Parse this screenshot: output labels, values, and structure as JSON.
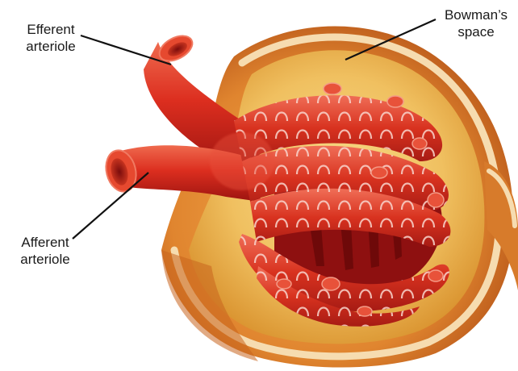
{
  "labels": {
    "efferent": {
      "line1": "Efferent",
      "line2": "arteriole"
    },
    "afferent": {
      "line1": "Afferent",
      "line2": "arteriole"
    },
    "bowman": {
      "line1": "Bowman’s",
      "line2": "space"
    }
  },
  "colors": {
    "capsule_outer": "#d9822b",
    "capsule_rim": "#f3d7a4",
    "bowman_space": "#f2c46b",
    "capillary_red": "#d92b1f",
    "capillary_dark": "#8e1010",
    "capillary_highlight": "#f07a62",
    "loop_pattern": "#f6d6d0",
    "leader_line": "#111111"
  }
}
